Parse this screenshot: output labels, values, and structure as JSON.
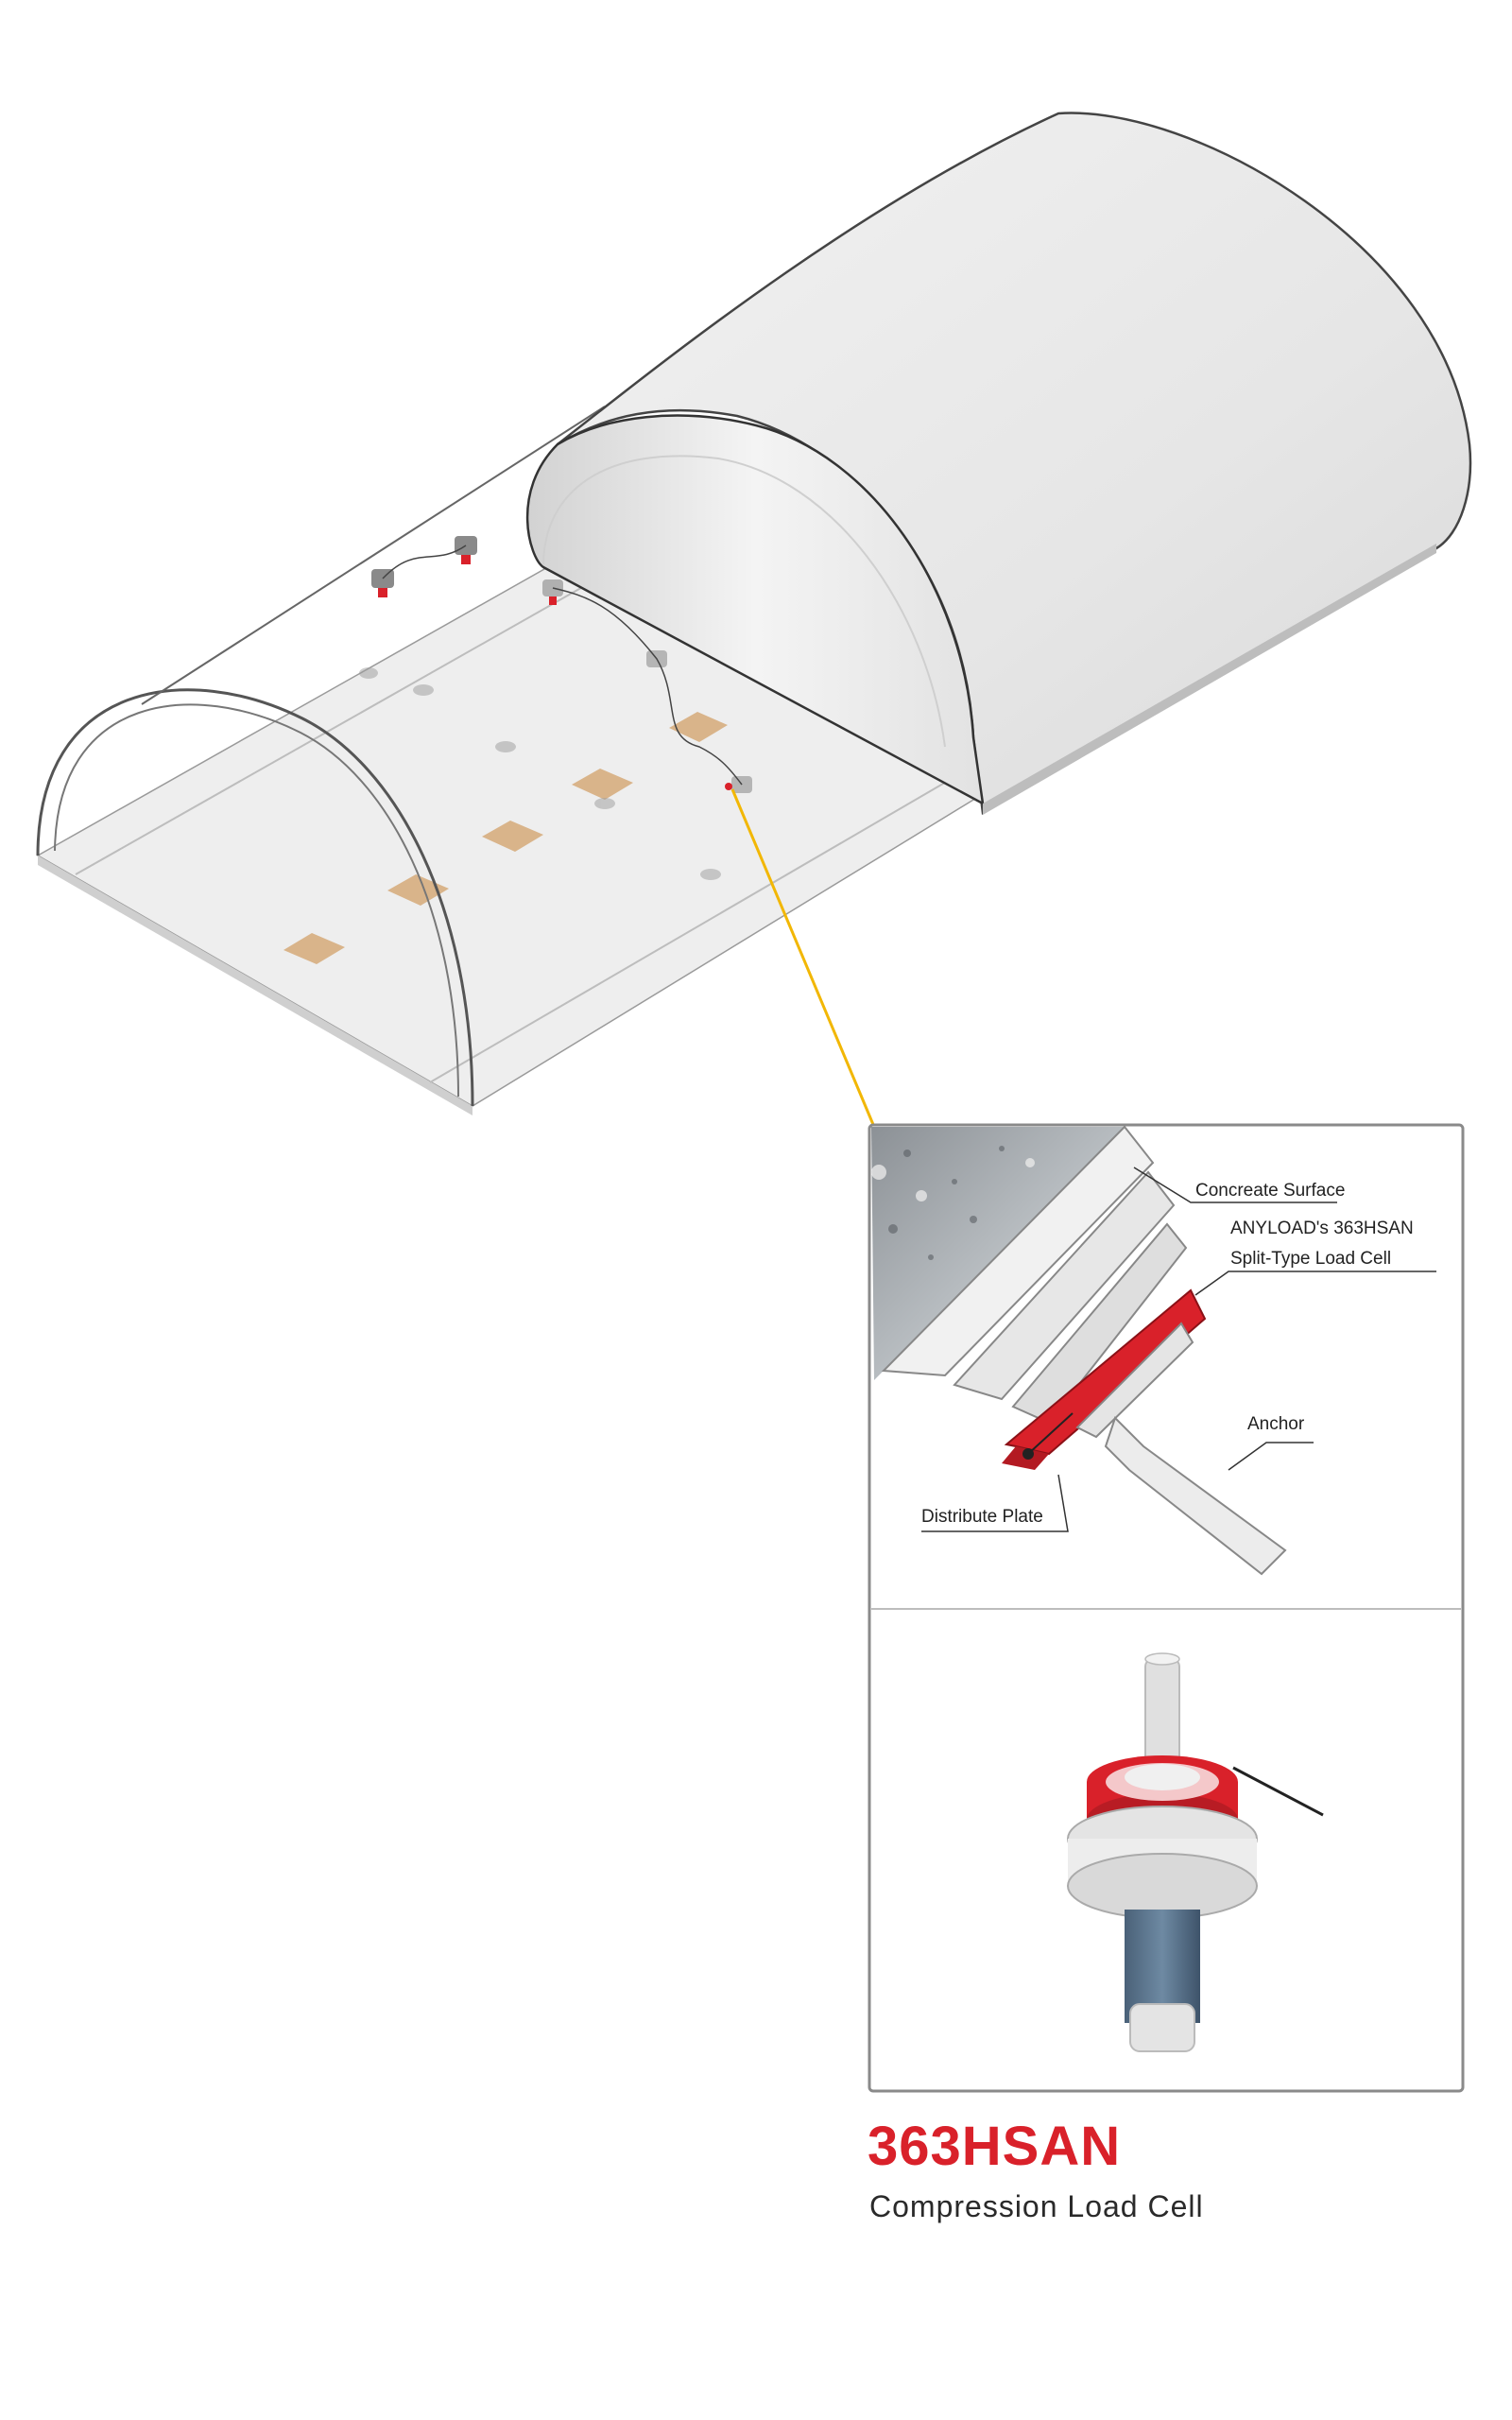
{
  "callouts": {
    "concrete_surface": "Concreate Surface",
    "load_cell_line1": "ANYLOAD's 363HSAN",
    "load_cell_line2": "Split-Type Load Cell",
    "anchor": "Anchor",
    "distribute_plate": "Distribute Plate"
  },
  "product": {
    "model": "363HSAN",
    "description": "Compression Load Cell"
  },
  "colors": {
    "brand_red": "#d9212a",
    "leader_line": "#f2b705",
    "panel_border": "#888888",
    "concrete": "#ebebeb"
  }
}
